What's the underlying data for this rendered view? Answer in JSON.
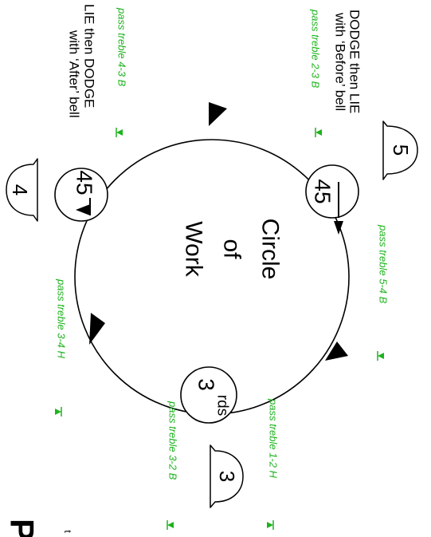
{
  "colors": {
    "annotation_green": "#1db31d",
    "line": "#000000",
    "background": "#ffffff"
  },
  "center_label": {
    "line1": "Circle",
    "line2": "of",
    "line3": "Work"
  },
  "work_stations": [
    {
      "id": "top",
      "label": "45",
      "direction": "up"
    },
    {
      "id": "left",
      "label": "45",
      "direction": "down"
    },
    {
      "id": "bottom",
      "label_main": "3",
      "label_sup": "rds"
    }
  ],
  "bells": [
    {
      "id": "bell-5",
      "label": "5"
    },
    {
      "id": "bell-4",
      "label": "4"
    },
    {
      "id": "bell-3",
      "label": "3"
    }
  ],
  "instructions": {
    "top": {
      "line1": "DODGE then LIE",
      "line2": "with ‘Before’ bell"
    },
    "left": {
      "line1": "LIE then DODGE",
      "line2": "with ‘After’ bell"
    }
  },
  "pass_treble": {
    "p23b": "pass treble 2-3 B",
    "p43b": "pass treble 4-3 B",
    "p54b": "pass treble 5-4 B",
    "p34h": "pass treble 3-4 H",
    "p12h": "pass treble 1-2 H",
    "p32b": "pass treble 3-2 B"
  },
  "footer": {
    "heading_char": "P",
    "small_char": "t"
  }
}
